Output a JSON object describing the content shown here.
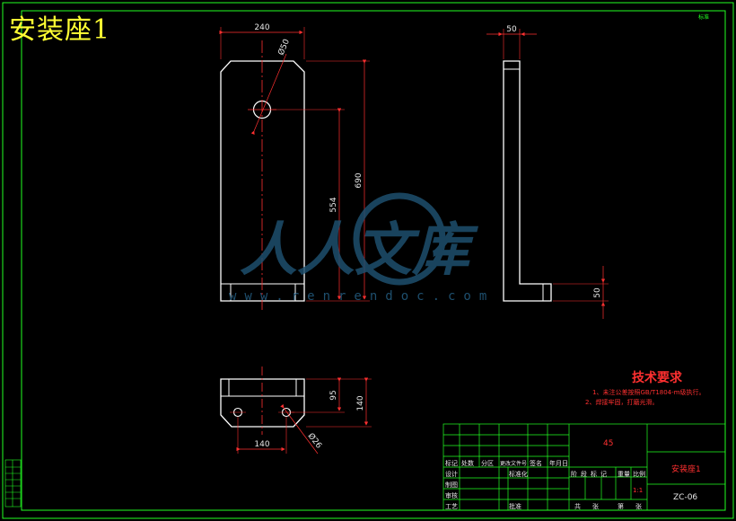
{
  "drawing": {
    "title": "安装座1",
    "corner_mark": "标准"
  },
  "dimensions": {
    "top_width": "240",
    "hole_diameter": "Ø50",
    "total_height": "690",
    "hole_height": "554",
    "side_width": "50",
    "foot_height": "50",
    "plan_height": "140",
    "plan_hole_depth": "95",
    "plan_hole_spacing": "140",
    "plan_hole_diameter": "Ø26"
  },
  "technical_requirements": {
    "title": "技术要求",
    "items": [
      "1、未注公差按照GB/T1804-m级执行。",
      "2、焊接牢固，打磨光滑。"
    ]
  },
  "title_block": {
    "material": "45",
    "part_name": "安装座1",
    "drawing_number": "ZC-06",
    "scale": "1:1",
    "labels": {
      "revision_row": [
        "标记",
        "处数",
        "分区",
        "更改文件号",
        "签名",
        "年月日"
      ],
      "designer": "设计",
      "standardize": "标准化",
      "drafter": "制图",
      "reviewer": "审核",
      "process": "工艺",
      "approve": "批准",
      "stage_row": [
        "阶段标记",
        "重量",
        "比例"
      ],
      "sheet_row": [
        "共",
        "张",
        "第",
        "张"
      ]
    }
  },
  "watermark": {
    "brand": "人人文库",
    "url": "www.renrendoc.com"
  },
  "colors": {
    "background": "#000000",
    "outline": "#ffffff",
    "dimension": "#ff3030",
    "frame": "#22ff22",
    "title": "#ffff33",
    "watermark": "#1e4f6e"
  }
}
